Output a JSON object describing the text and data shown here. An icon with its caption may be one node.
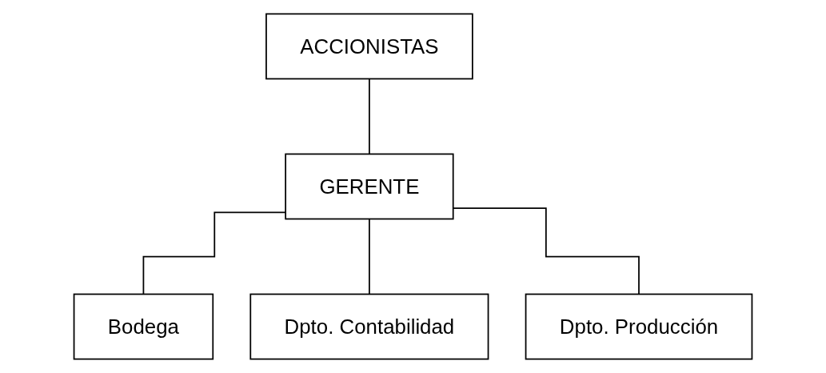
{
  "diagram": {
    "nodes": [
      {
        "text": [
          "ACCIONISTAS"
        ]
      },
      {
        "text": [
          "GERENTE"
        ]
      },
      {
        "text": [
          "Bodega"
        ]
      },
      {
        "text": [
          "Dpto. Contabilidad"
        ]
      },
      {
        "text": [
          "Dpto. Producción"
        ]
      }
    ],
    "edges": [
      {
        "from": 0,
        "to": 1,
        "arrow": "none"
      },
      {
        "from": 1,
        "to": 2,
        "arrow": "none"
      },
      {
        "from": 1,
        "to": 3,
        "arrow": "none"
      },
      {
        "from": 1,
        "to": 4,
        "arrow": "none"
      }
    ]
  }
}
